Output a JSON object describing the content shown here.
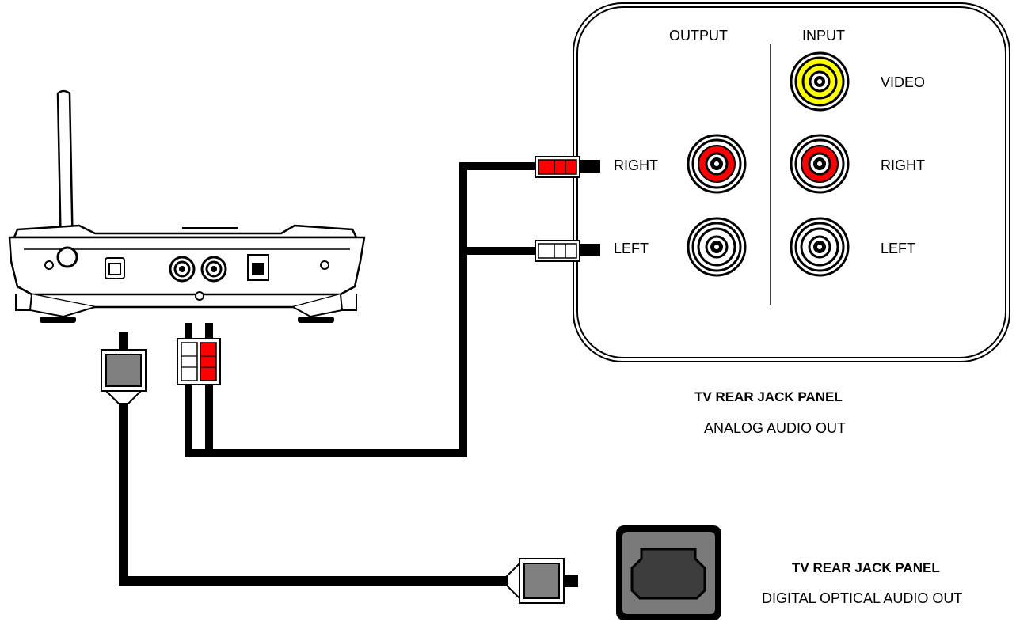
{
  "panel": {
    "output_header": "OUTPUT",
    "input_header": "INPUT",
    "row_video": "VIDEO",
    "row_right_out": "RIGHT",
    "row_right_in": "RIGHT",
    "row_left_out": "LEFT",
    "row_left_in": "LEFT"
  },
  "captions": {
    "analog_title": "TV REAR JACK PANEL",
    "analog_sub": "ANALOG AUDIO OUT",
    "digital_title": "TV REAR JACK PANEL",
    "digital_sub": "DIGITAL OPTICAL  AUDIO OUT"
  },
  "colors": {
    "video_jack": "#ffff00",
    "right_jack": "#ff0000",
    "left_jack": "#ffffff",
    "cable": "#000000",
    "optical_plug": "#808080",
    "optical_port": "#7a7a7a"
  },
  "icons": {
    "transmitter": "wireless-transmitter-icon",
    "optical_port": "optical-port-icon",
    "rca_jack": "rca-jack-icon"
  }
}
